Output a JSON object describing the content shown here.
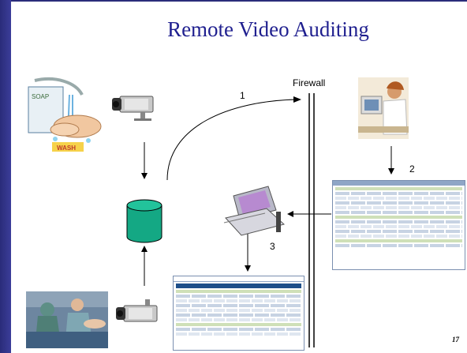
{
  "slide": {
    "title": "Remote Video Auditing",
    "page_number": "17"
  },
  "labels": {
    "firewall": "Firewall",
    "step1": "1",
    "step2": "2",
    "step3": "3"
  },
  "colors": {
    "title": "#1f1f8f",
    "sidebar": "#2a2c7a",
    "database": "#14a884"
  }
}
